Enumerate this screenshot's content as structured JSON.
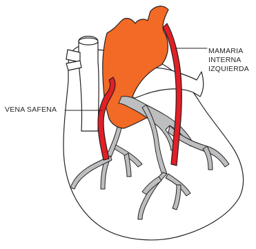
{
  "labels": {
    "saphenous_vein": "VENA SAFENA",
    "internal_mammary": [
      "MAMARIA",
      "INTERNA",
      "IZQUIERDA"
    ]
  },
  "colors": {
    "aorta": "#f26a25",
    "graft": "#e21f26",
    "coronary": "#bcbec0",
    "outline": "#231f20",
    "background": "#ffffff"
  }
}
